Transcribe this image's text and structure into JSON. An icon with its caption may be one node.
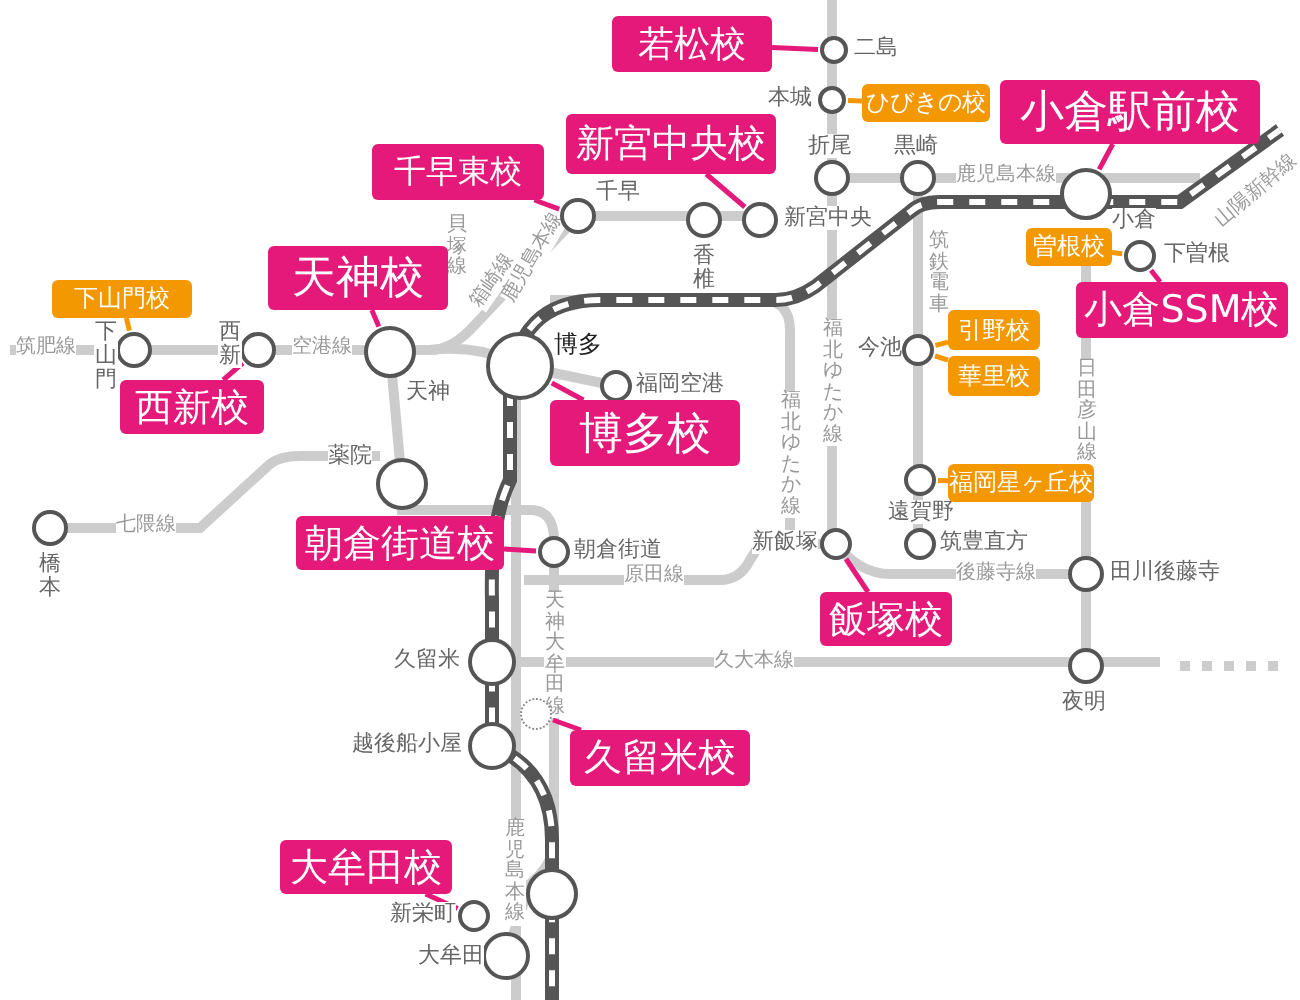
{
  "diagram": {
    "nodes": [
      {
        "text": [
          "若松校"
        ]
      },
      {
        "text": [],
        "shape": "circle",
        "beside": [
          "二島"
        ]
      },
      {
        "text": [],
        "shape": "circle",
        "beside": [
          "本城"
        ]
      },
      {
        "text": [
          "ひびきの校"
        ]
      },
      {
        "text": [
          "小倉駅前校"
        ]
      },
      {
        "text": [
          "新宮中央校"
        ]
      },
      {
        "text": [
          "千早東校"
        ]
      },
      {
        "text": [],
        "shape": "circle",
        "beside": [
          "折尾"
        ]
      },
      {
        "text": [],
        "shape": "circle",
        "beside": [
          "黒崎"
        ]
      },
      {
        "text": [],
        "shape": "circle",
        "beside": [
          "小倉"
        ]
      },
      {
        "text": [],
        "shape": "circle",
        "beside": [
          "千早"
        ]
      },
      {
        "text": [],
        "shape": "circle",
        "beside": [
          "香椎"
        ]
      },
      {
        "text": [],
        "shape": "circle",
        "beside": [
          "新宮中央"
        ]
      },
      {
        "text": [
          "曽根校"
        ]
      },
      {
        "text": [],
        "shape": "circle",
        "beside": [
          "下曽根"
        ]
      },
      {
        "text": [
          "天神校"
        ]
      },
      {
        "text": [
          "下山門校"
        ]
      },
      {
        "text": [
          "小倉SSM校"
        ]
      },
      {
        "text": [
          "引野校"
        ]
      },
      {
        "text": [],
        "shape": "circle",
        "beside": [
          "下山門"
        ]
      },
      {
        "text": [],
        "shape": "circle",
        "beside": [
          "西新"
        ]
      },
      {
        "text": [],
        "shape": "circle",
        "beside": [
          "天神"
        ]
      },
      {
        "text": [],
        "shape": "circle",
        "beside": [
          "博多"
        ]
      },
      {
        "text": [],
        "shape": "circle",
        "beside": [
          "福岡空港"
        ]
      },
      {
        "text": [],
        "shape": "circle",
        "beside": [
          "今池"
        ]
      },
      {
        "text": [
          "華里校"
        ]
      },
      {
        "text": [
          "西新校"
        ]
      },
      {
        "text": [
          "博多校"
        ]
      },
      {
        "text": [],
        "shape": "circle",
        "beside": [
          "薬院"
        ]
      },
      {
        "text": [
          "福岡星ヶ丘校"
        ]
      },
      {
        "text": [],
        "shape": "circle",
        "beside": [
          "遠賀野"
        ]
      },
      {
        "text": [],
        "shape": "circle",
        "beside": [
          "橋本"
        ]
      },
      {
        "text": [
          "朝倉街道校"
        ]
      },
      {
        "text": [],
        "shape": "circle",
        "beside": [
          "筑豊直方"
        ]
      },
      {
        "text": [],
        "shape": "circle",
        "beside": [
          "新飯塚"
        ]
      },
      {
        "text": [],
        "shape": "circle",
        "beside": [
          "田川後藤寺"
        ]
      },
      {
        "text": [],
        "shape": "circle",
        "beside": [
          "朝倉街道"
        ]
      },
      {
        "text": [
          "飯塚校"
        ]
      },
      {
        "text": [],
        "shape": "circle",
        "beside": [
          "久留米"
        ]
      },
      {
        "text": [],
        "shape": "circle",
        "beside": [
          "夜明"
        ]
      },
      {
        "text": [],
        "shape": "circle"
      },
      {
        "text": [],
        "shape": "circle",
        "beside": [
          "越後船小屋"
        ]
      },
      {
        "text": [
          "久留米校"
        ]
      },
      {
        "text": [
          "大牟田校"
        ]
      },
      {
        "text": [],
        "shape": "circle"
      },
      {
        "text": [],
        "shape": "circle",
        "beside": [
          "新栄町"
        ]
      },
      {
        "text": [],
        "shape": "circle",
        "beside": [
          "大牟田"
        ]
      }
    ],
    "edges": [
      {
        "from": 0,
        "to": 1,
        "arrow": "none"
      },
      {
        "from": 3,
        "to": 2,
        "arrow": "none",
        "color": "#f39800"
      },
      {
        "from": 4,
        "to": 9,
        "arrow": "none"
      },
      {
        "from": 5,
        "to": 12,
        "arrow": "none"
      },
      {
        "from": 6,
        "to": 10,
        "arrow": "none"
      },
      {
        "from": 13,
        "to": 14,
        "arrow": "none",
        "color": "#f39800"
      },
      {
        "from": 15,
        "to": 21,
        "arrow": "none"
      },
      {
        "from": 16,
        "to": 19,
        "arrow": "none",
        "color": "#f39800"
      },
      {
        "from": 17,
        "to": 14,
        "arrow": "none"
      },
      {
        "from": 18,
        "to": 24,
        "arrow": "none",
        "color": "#f39800"
      },
      {
        "from": 25,
        "to": 24,
        "arrow": "none",
        "color": "#f39800"
      },
      {
        "from": 26,
        "to": 20,
        "arrow": "none"
      },
      {
        "from": 27,
        "to": 22,
        "arrow": "none"
      },
      {
        "from": 29,
        "to": 30,
        "arrow": "none",
        "color": "#f39800"
      },
      {
        "from": 32,
        "to": 36,
        "arrow": "none"
      },
      {
        "from": 37,
        "to": 34,
        "arrow": "none"
      },
      {
        "from": 42,
        "to": 40,
        "arrow": "none"
      },
      {
        "from": 43,
        "to": 45,
        "arrow": "none"
      }
    ],
    "labels": [
      "筑肥線",
      "空港線",
      "貝塚線",
      "箱崎線",
      "鹿児島本線",
      "鹿児島本線",
      "山陽新幹線",
      "筑鉄電車",
      "福北ゆたか線",
      "福北ゆたか線",
      "日田彦山線",
      "七隈線",
      "原田線",
      "天神大牟田線",
      "後藤寺線",
      "久大本線",
      "鹿児島本線"
    ]
  }
}
